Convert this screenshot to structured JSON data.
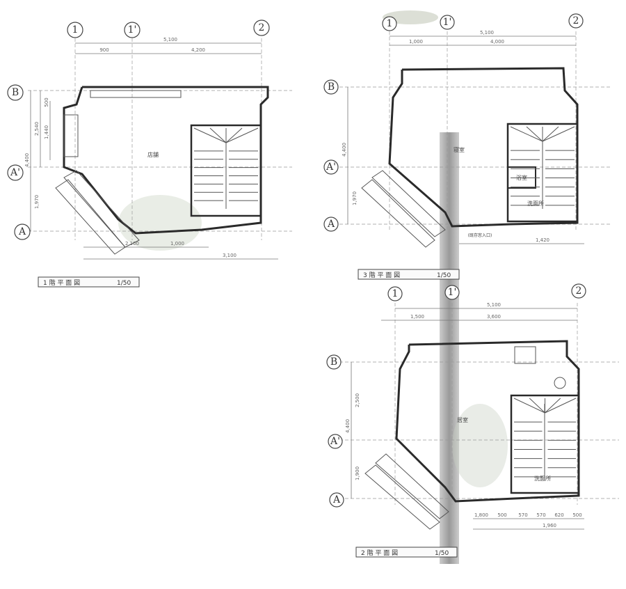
{
  "plans": [
    {
      "id": "floor1",
      "title": "1 階 平 面 図",
      "scale": "1/50",
      "grid_x": [
        "1",
        "1'",
        "2"
      ],
      "grid_y": [
        "B",
        "A'",
        "A"
      ],
      "dims_top": [
        "5,100",
        "900",
        "4,200"
      ],
      "dims_left": [
        "4,400",
        "2,540",
        "1,440",
        "500",
        "1,970"
      ],
      "dims_bottom": [
        "2,100",
        "1,000",
        "3,100"
      ],
      "rooms": [
        "店舗"
      ]
    },
    {
      "id": "floor3",
      "title": "3 階 平 面 図",
      "scale": "1/50",
      "grid_x": [
        "1",
        "1'",
        "2"
      ],
      "grid_y": [
        "B",
        "A'",
        "A"
      ],
      "dims_top": [
        "5,100",
        "1,000",
        "4,000"
      ],
      "dims_left": [
        "4,400",
        "1,970"
      ],
      "dims_bottom": [
        "1,420"
      ],
      "rooms": [
        "寝室",
        "浴室",
        "洗面所",
        "(既存窓入口)"
      ]
    },
    {
      "id": "floor2",
      "title": "2 階 平 面 図",
      "scale": "1/50",
      "grid_x": [
        "1",
        "1'",
        "2"
      ],
      "grid_y": [
        "B",
        "A'",
        "A"
      ],
      "dims_top": [
        "5,100",
        "1,500",
        "3,600"
      ],
      "dims_left": [
        "4,400",
        "2,500",
        "1,900"
      ],
      "dims_bottom": [
        "1,800",
        "500",
        "570",
        "570",
        "620",
        "500",
        "1,960"
      ],
      "rooms": [
        "居室",
        "洗面所"
      ]
    }
  ]
}
